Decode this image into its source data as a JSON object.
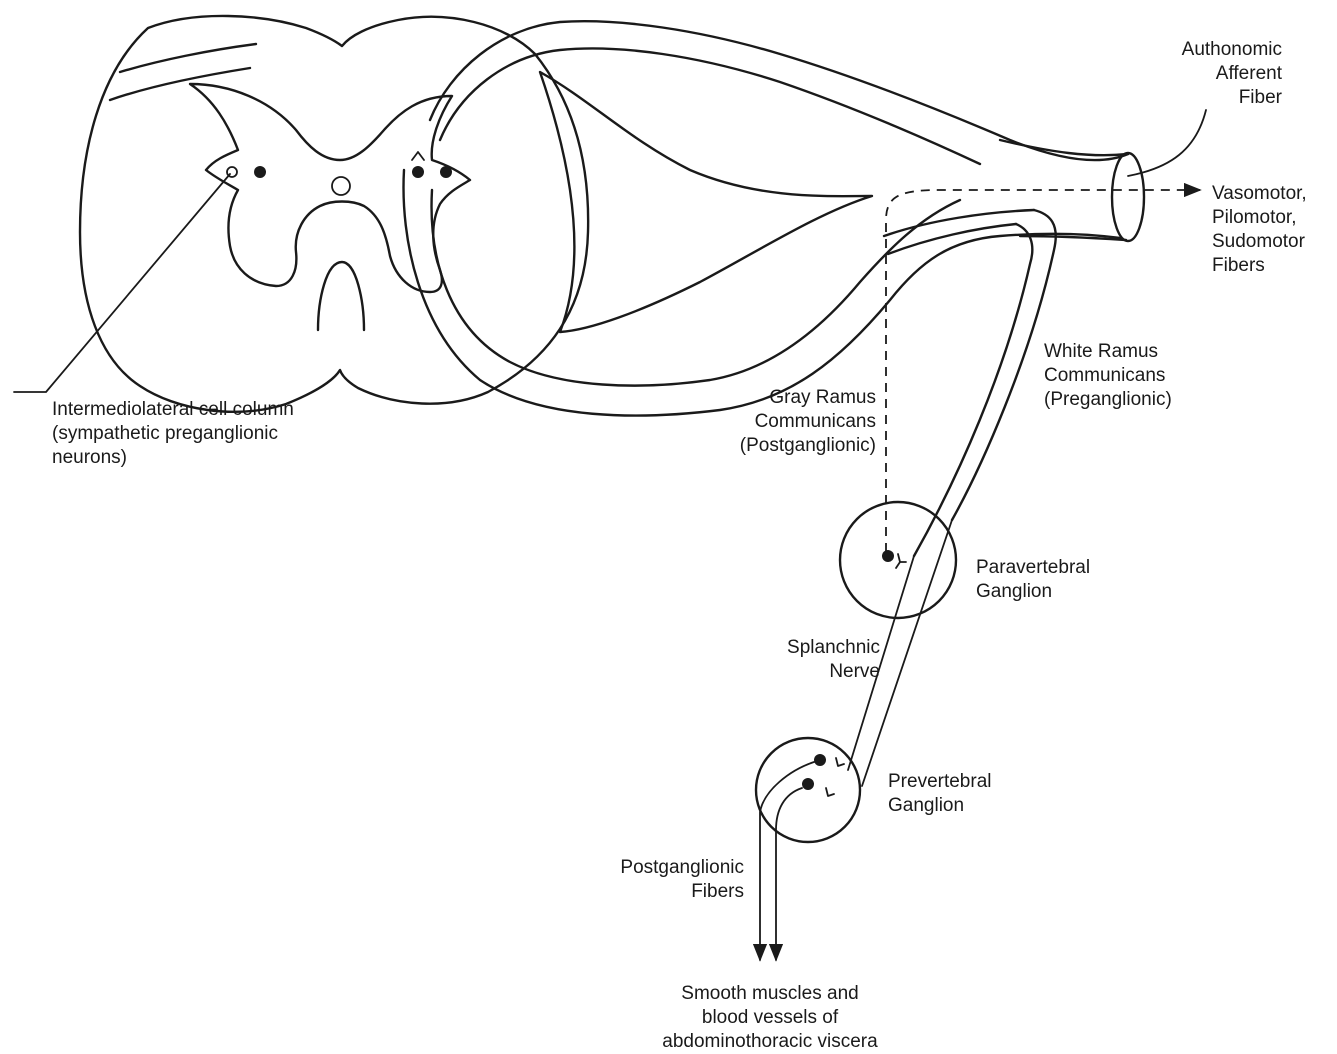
{
  "labels": {
    "afferent_fiber": "Authonomic\nAfferent\nFiber",
    "motor_fibers": "Vasomotor,\nPilomotor,\nSudomotor\nFibers",
    "white_ramus": "White Ramus\nCommunicans\n(Preganglionic)",
    "gray_ramus": "Gray Ramus\nCommunicans\n(Postganglionic)",
    "cell_column": "Intermediolateral cell column\n(sympathetic preganglionic\nneurons)",
    "paravertebral_ganglion": "Paravertebral\nGanglion",
    "splanchnic_nerve": "Splanchnic\nNerve",
    "prevertebral_ganglion": "Prevertebral\nGanglion",
    "postganglionic_fibers": "Postganglionic\nFibers",
    "target": "Smooth muscles and\nblood vessels of\nabdominothoracic viscera"
  },
  "colors": {
    "ink": "#1a1a1a",
    "background": "#ffffff"
  }
}
